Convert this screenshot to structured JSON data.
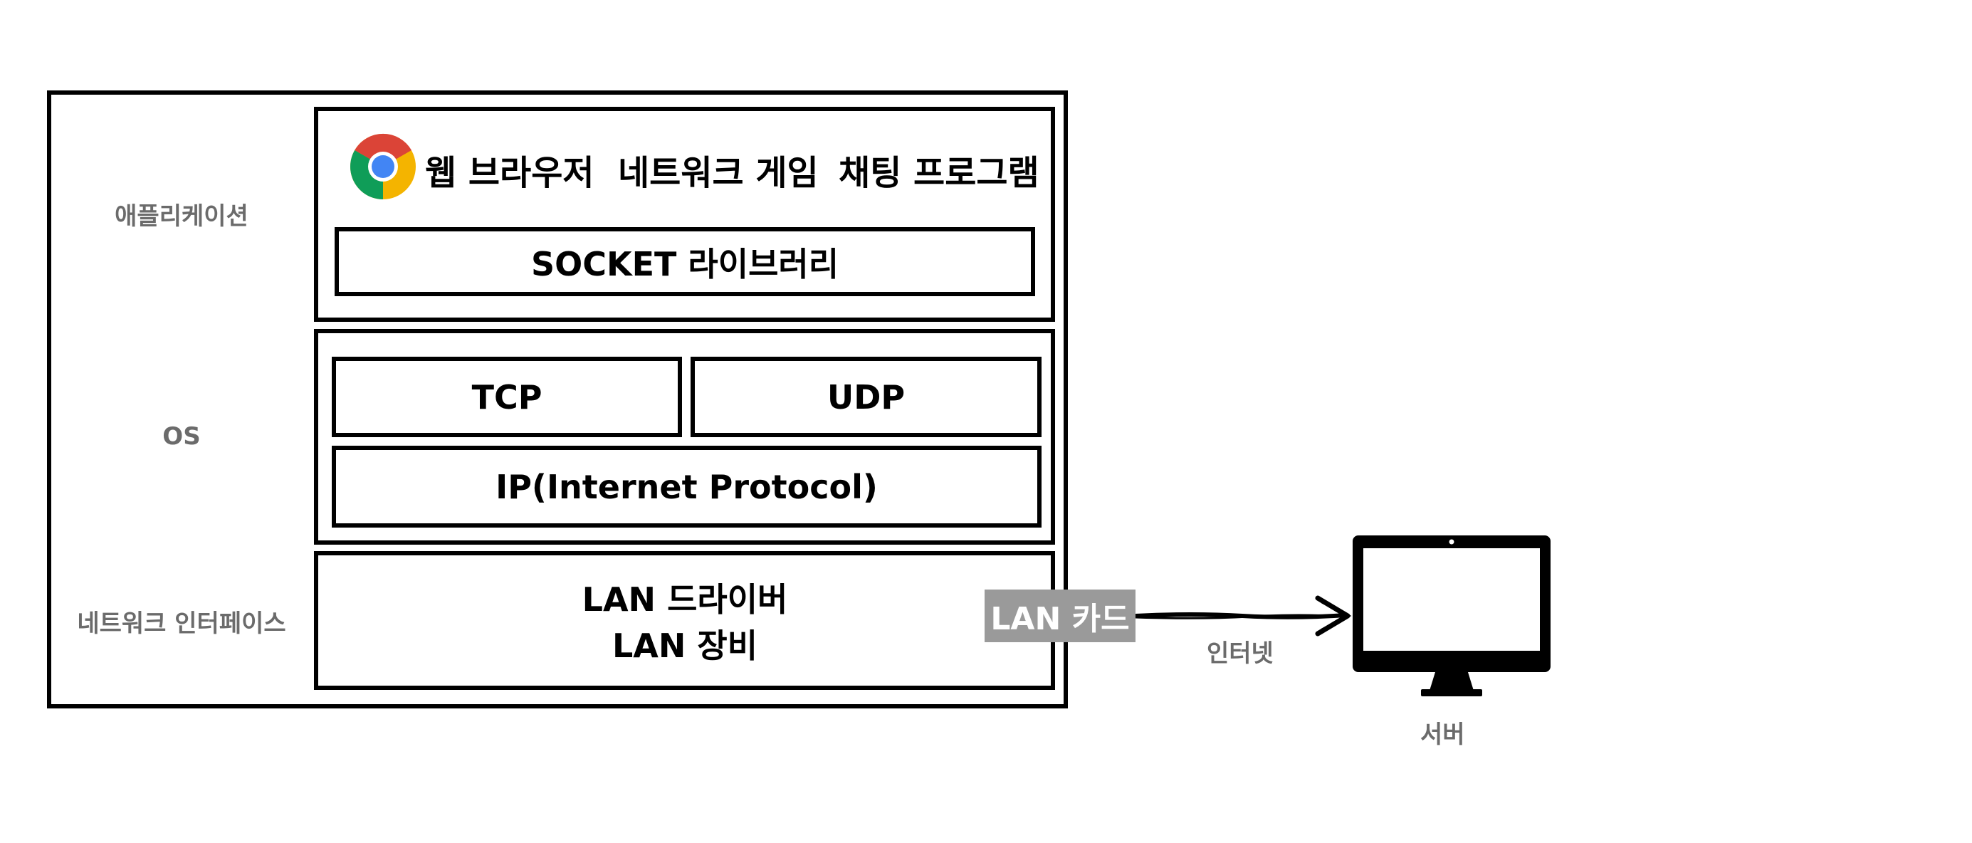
{
  "layers": {
    "application": "애플리케이션",
    "os": "OS",
    "network_interface": "네트워크 인터페이스"
  },
  "apps": {
    "browser": "웹 브라우저",
    "game": "네트워크 게임",
    "chat": "채팅 프로그램",
    "browser_icon": "chrome-icon"
  },
  "socket_library": "SOCKET 라이브러리",
  "tcp": "TCP",
  "udp": "UDP",
  "ip": "IP(Internet Protocol)",
  "lan": {
    "driver": "LAN 드라이버",
    "device": "LAN 장비",
    "card": "LAN 카드"
  },
  "internet_label": "인터넷",
  "server_label": "서버",
  "server_icon": "monitor-icon",
  "colors": {
    "border": "#000000",
    "label_gray": "#6b6b6b",
    "lan_card_bg": "#9a9a9a",
    "chrome_red": "#db4437",
    "chrome_green": "#0f9d58",
    "chrome_yellow": "#f4b400",
    "chrome_blue": "#4285f4"
  }
}
